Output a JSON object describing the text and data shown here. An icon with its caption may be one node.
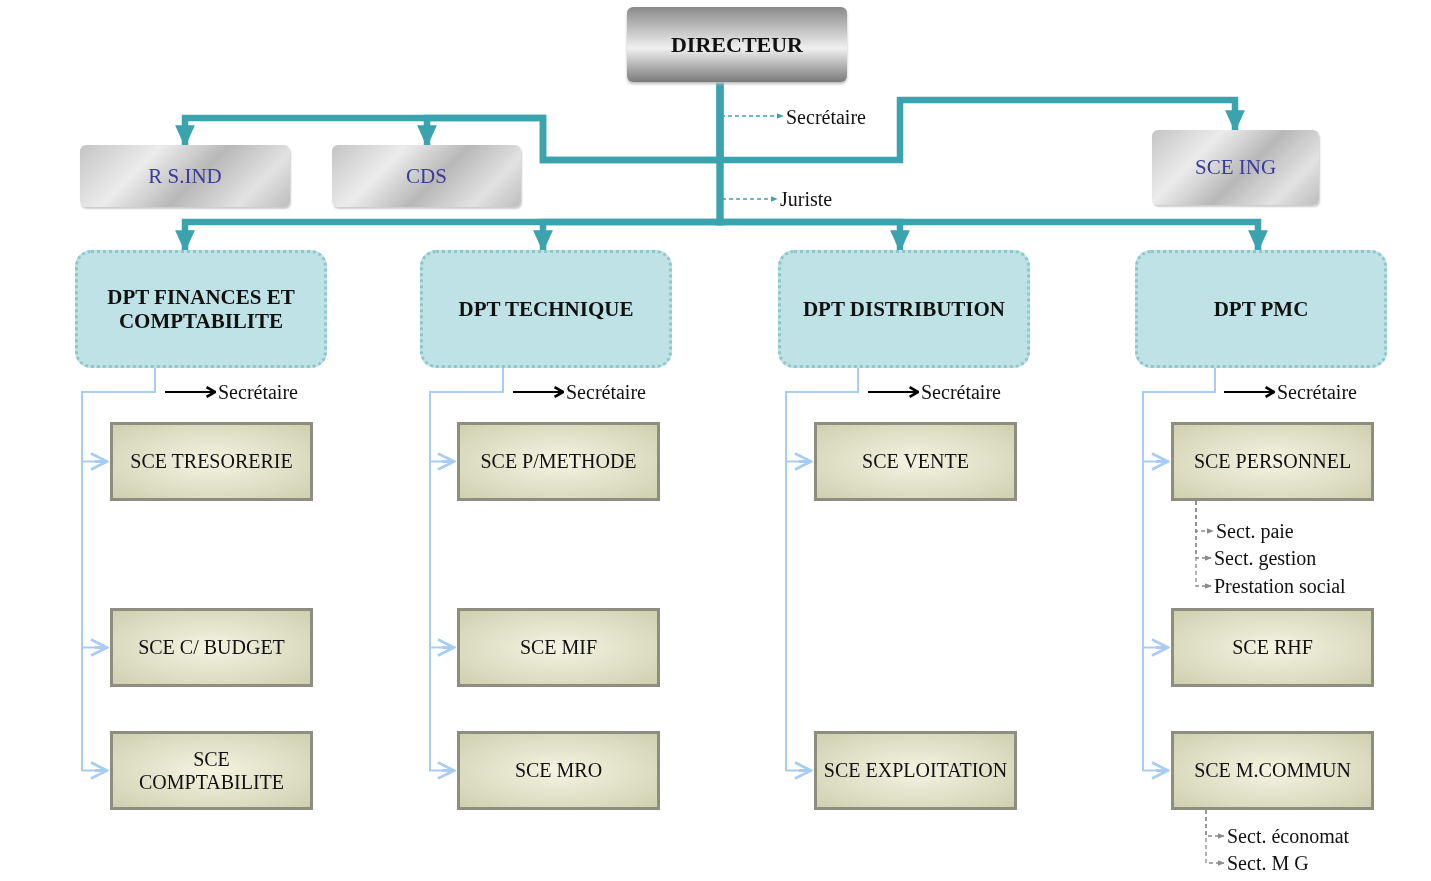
{
  "diagram": {
    "nodes": [
      {
        "text": [
          "DIRECTEUR"
        ]
      },
      {
        "text": [
          "Secrétaire"
        ]
      },
      {
        "text": [
          "R S.IND"
        ]
      },
      {
        "text": [
          "CDS"
        ]
      },
      {
        "text": [
          "SCE ING"
        ]
      },
      {
        "text": [
          "Juriste"
        ]
      },
      {
        "text": [
          "DPT FINANCES ET COMPTABILITE"
        ]
      },
      {
        "text": [
          "DPT TECHNIQUE"
        ]
      },
      {
        "text": [
          "DPT DISTRIBUTION"
        ]
      },
      {
        "text": [
          "DPT PMC"
        ]
      },
      {
        "text": [
          "Secrétaire"
        ]
      },
      {
        "text": [
          "SCE TRESORERIE"
        ]
      },
      {
        "text": [
          "SCE C/ BUDGET"
        ]
      },
      {
        "text": [
          "SCE COMPTABILITE"
        ]
      },
      {
        "text": [
          "Secrétaire"
        ]
      },
      {
        "text": [
          "SCE P/METHODE"
        ]
      },
      {
        "text": [
          "SCE MIF"
        ]
      },
      {
        "text": [
          "SCE MRO"
        ]
      },
      {
        "text": [
          "Secrétaire"
        ]
      },
      {
        "text": [
          "SCE VENTE"
        ]
      },
      {
        "text": [
          "SCE EXPLOITATION"
        ]
      },
      {
        "text": [
          "Secrétaire"
        ]
      },
      {
        "text": [
          "SCE PERSONNEL"
        ]
      },
      {
        "text": [
          "Sect. paie"
        ]
      },
      {
        "text": [
          "Sect. gestion"
        ]
      },
      {
        "text": [
          "Prestation social"
        ]
      },
      {
        "text": [
          "SCE RHF"
        ]
      },
      {
        "text": [
          "SCE M.COMMUN"
        ]
      },
      {
        "text": [
          "Sect. économat"
        ]
      },
      {
        "text": [
          "Sect. M G"
        ]
      }
    ],
    "edges": [
      {
        "from": 0,
        "to": 1,
        "arrow": "to",
        "style": "dashed",
        "color": "#3ba3ad"
      },
      {
        "from": 0,
        "to": 2,
        "arrow": "to",
        "style": "thick",
        "color": "#3ba3ad"
      },
      {
        "from": 0,
        "to": 3,
        "arrow": "to",
        "style": "thick",
        "color": "#3ba3ad"
      },
      {
        "from": 0,
        "to": 4,
        "arrow": "to",
        "style": "thick",
        "color": "#3ba3ad"
      },
      {
        "from": 0,
        "to": 5,
        "arrow": "to",
        "style": "dashed",
        "color": "#3ba3ad"
      },
      {
        "from": 0,
        "to": 6,
        "arrow": "to",
        "style": "thick",
        "color": "#3ba3ad"
      },
      {
        "from": 0,
        "to": 7,
        "arrow": "to",
        "style": "thick",
        "color": "#3ba3ad"
      },
      {
        "from": 0,
        "to": 8,
        "arrow": "to",
        "style": "thick",
        "color": "#3ba3ad"
      },
      {
        "from": 0,
        "to": 9,
        "arrow": "to",
        "style": "thick",
        "color": "#3ba3ad"
      },
      {
        "from": null,
        "to": 10,
        "arrow": "to",
        "color": "#000000"
      },
      {
        "from": 6,
        "to": 11,
        "arrow": "to"
      },
      {
        "from": 6,
        "to": 12,
        "arrow": "to"
      },
      {
        "from": 6,
        "to": 13,
        "arrow": "to"
      },
      {
        "from": null,
        "to": 14,
        "arrow": "to",
        "color": "#000000"
      },
      {
        "from": 7,
        "to": 15,
        "arrow": "to"
      },
      {
        "from": 7,
        "to": 16,
        "arrow": "to"
      },
      {
        "from": 7,
        "to": 17,
        "arrow": "to"
      },
      {
        "from": null,
        "to": 18,
        "arrow": "to",
        "color": "#000000"
      },
      {
        "from": 8,
        "to": 19,
        "arrow": "to"
      },
      {
        "from": 8,
        "to": 20,
        "arrow": "to"
      },
      {
        "from": null,
        "to": 21,
        "arrow": "to",
        "color": "#000000"
      },
      {
        "from": 9,
        "to": 22,
        "arrow": "to"
      },
      {
        "from": 9,
        "to": 26,
        "arrow": "to"
      },
      {
        "from": 9,
        "to": 27,
        "arrow": "to"
      },
      {
        "from": 22,
        "to": 23,
        "arrow": "to",
        "style": "dashed",
        "color": "#8a8a8a"
      },
      {
        "from": 22,
        "to": 24,
        "arrow": "to",
        "style": "dashed",
        "color": "#8a8a8a"
      },
      {
        "from": 22,
        "to": 25,
        "arrow": "to",
        "style": "dashed",
        "color": "#8a8a8a"
      },
      {
        "from": 27,
        "to": 28,
        "arrow": "to",
        "style": "dashed",
        "color": "#8a8a8a"
      },
      {
        "from": 27,
        "to": 29,
        "arrow": "to",
        "style": "dashed",
        "color": "#8a8a8a"
      }
    ]
  }
}
